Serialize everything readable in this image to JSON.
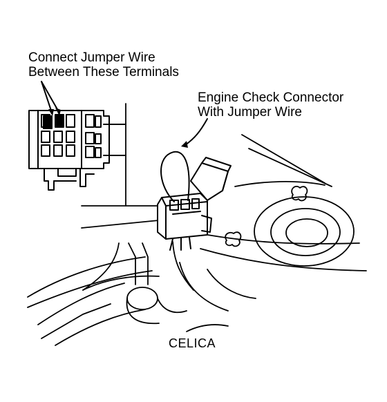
{
  "labels": {
    "jumper_callout_line1": "Connect Jumper Wire",
    "jumper_callout_line2": "Between These Terminals",
    "connector_callout_line1": "Engine Check Connector",
    "connector_callout_line2": "With Jumper Wire",
    "model": "CELICA"
  }
}
